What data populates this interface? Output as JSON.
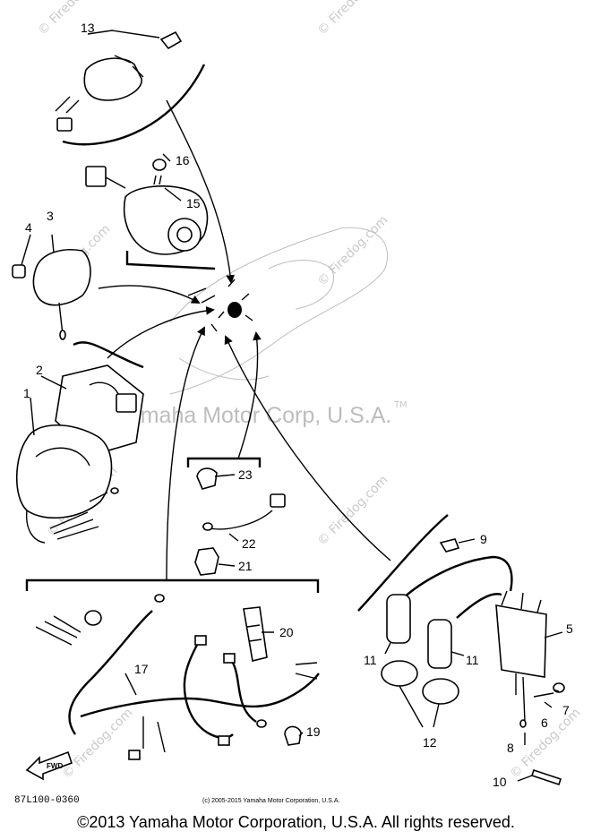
{
  "diagram": {
    "callouts": [
      "1",
      "2",
      "3",
      "4",
      "5",
      "6",
      "7",
      "8",
      "9",
      "10",
      "11",
      "11",
      "12",
      "13",
      "15",
      "16",
      "17",
      "19",
      "20",
      "21",
      "22",
      "23"
    ],
    "watermark_center": "Yamaha Motor Corp, U.S.A.",
    "watermark_tm": "TM",
    "watermark_site": "© Firedog.com",
    "fwd_label": "FWD",
    "part_number": "87L100-0360",
    "small_copyright": "(c) 2005-2015 Yamaha Motor Corporation, U.S.A."
  },
  "footer": {
    "copyright": "©2013 Yamaha Motor Corporation, U.S.A. All rights reserved."
  }
}
